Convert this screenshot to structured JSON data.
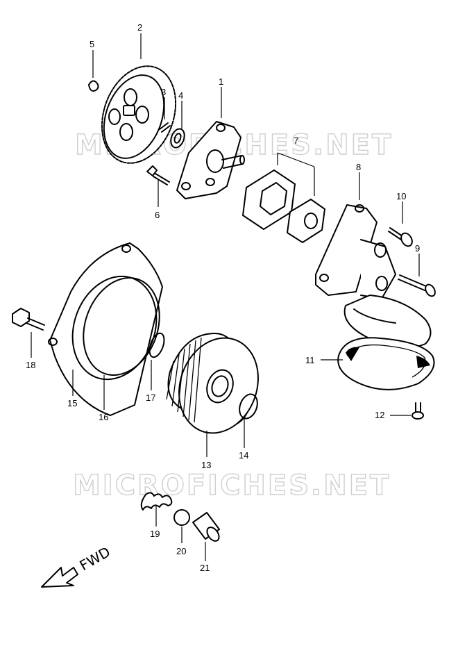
{
  "watermark": "MICROFICHES.NET",
  "direction_label": "FWD",
  "callouts": [
    {
      "id": "1",
      "label": "1"
    },
    {
      "id": "2",
      "label": "2"
    },
    {
      "id": "3",
      "label": "3"
    },
    {
      "id": "4",
      "label": "4"
    },
    {
      "id": "5",
      "label": "5"
    },
    {
      "id": "6",
      "label": "6"
    },
    {
      "id": "7",
      "label": "7"
    },
    {
      "id": "8",
      "label": "8"
    },
    {
      "id": "9",
      "label": "9"
    },
    {
      "id": "10",
      "label": "10"
    },
    {
      "id": "11",
      "label": "11"
    },
    {
      "id": "12",
      "label": "12"
    },
    {
      "id": "13",
      "label": "13"
    },
    {
      "id": "14",
      "label": "14"
    },
    {
      "id": "15",
      "label": "15"
    },
    {
      "id": "16",
      "label": "16"
    },
    {
      "id": "17",
      "label": "17"
    },
    {
      "id": "18",
      "label": "18"
    },
    {
      "id": "19",
      "label": "19"
    },
    {
      "id": "20",
      "label": "20"
    },
    {
      "id": "21",
      "label": "21"
    }
  ]
}
